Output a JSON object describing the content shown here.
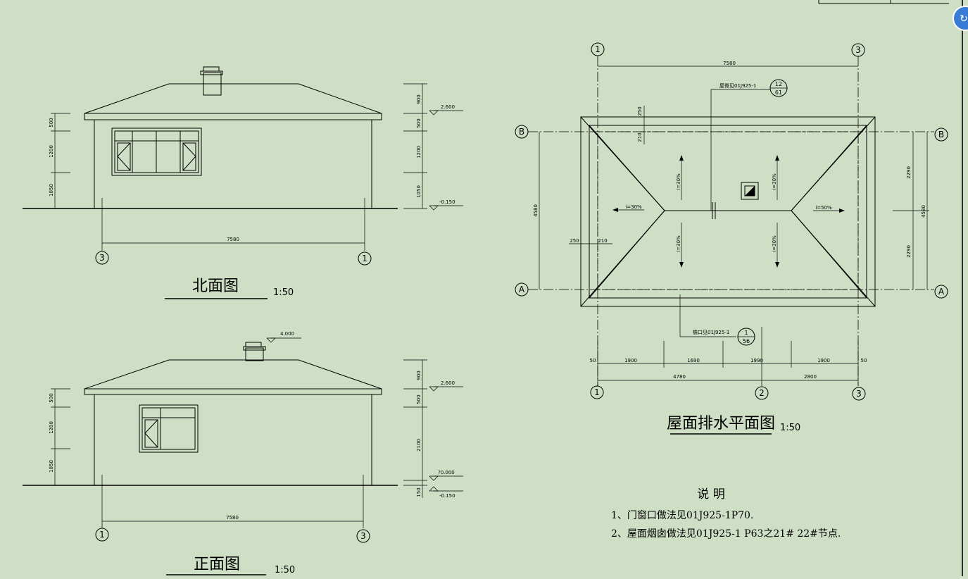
{
  "north_elevation": {
    "title": "北面图",
    "scale": "1:50",
    "left_dims": [
      "500",
      "1200",
      "1050"
    ],
    "right_dims": [
      "900",
      "500",
      "1200",
      "1050"
    ],
    "levels": [
      "2.600",
      "-0.150"
    ],
    "width_dim": "7580",
    "axes": [
      "3",
      "1"
    ]
  },
  "front_elevation": {
    "title": "正面图",
    "scale": "1:50",
    "left_dims": [
      "500",
      "1200",
      "1050"
    ],
    "right_dims": [
      "900",
      "500",
      "2100",
      "150"
    ],
    "levels": [
      "4.000",
      "2.600",
      "?0.000",
      "-0.150"
    ],
    "width_dim": "7580",
    "axes": [
      "1",
      "3"
    ]
  },
  "roof_plan": {
    "title": "屋面排水平面图",
    "scale": "1:50",
    "axes": {
      "left_top": "1",
      "right_top": "3",
      "row_b": "B",
      "row_a": "A",
      "bottom_left": "1",
      "bottom_mid": "2",
      "bottom_right": "3"
    },
    "top_dim": "7580",
    "ridge_note": "屋脊见01J925-1",
    "ridge_ref": {
      "num": "12",
      "den": "61"
    },
    "eave_note": "檐口见01J925-1",
    "eave_ref": {
      "num": "1",
      "den": "56"
    },
    "left_dims": {
      "total": "4580",
      "eave_top": "250",
      "wall_top": "210",
      "eave_left": "250",
      "wall_left": "210"
    },
    "right_dims": {
      "upper": "2290",
      "total": "4580",
      "lower": "2290"
    },
    "slopes": [
      "i=30%",
      "i=30%",
      "i=30%",
      "i=50%",
      "i=30%",
      "i=30%"
    ],
    "bottom_dims_row1": [
      "50",
      "1900",
      "1690",
      "1990",
      "1900",
      "50"
    ],
    "bottom_dims_row2": [
      "4780",
      "2800"
    ]
  },
  "notes": {
    "heading": "说  明",
    "items": [
      "1、门窗口做法见01J925-1P70.",
      "2、屋面烟囱做法见01J925-1 P63之21# 22#节点."
    ]
  },
  "colors": {
    "background": "#cfdfc5",
    "line": "#000000",
    "badge": "#3a7bd5"
  }
}
